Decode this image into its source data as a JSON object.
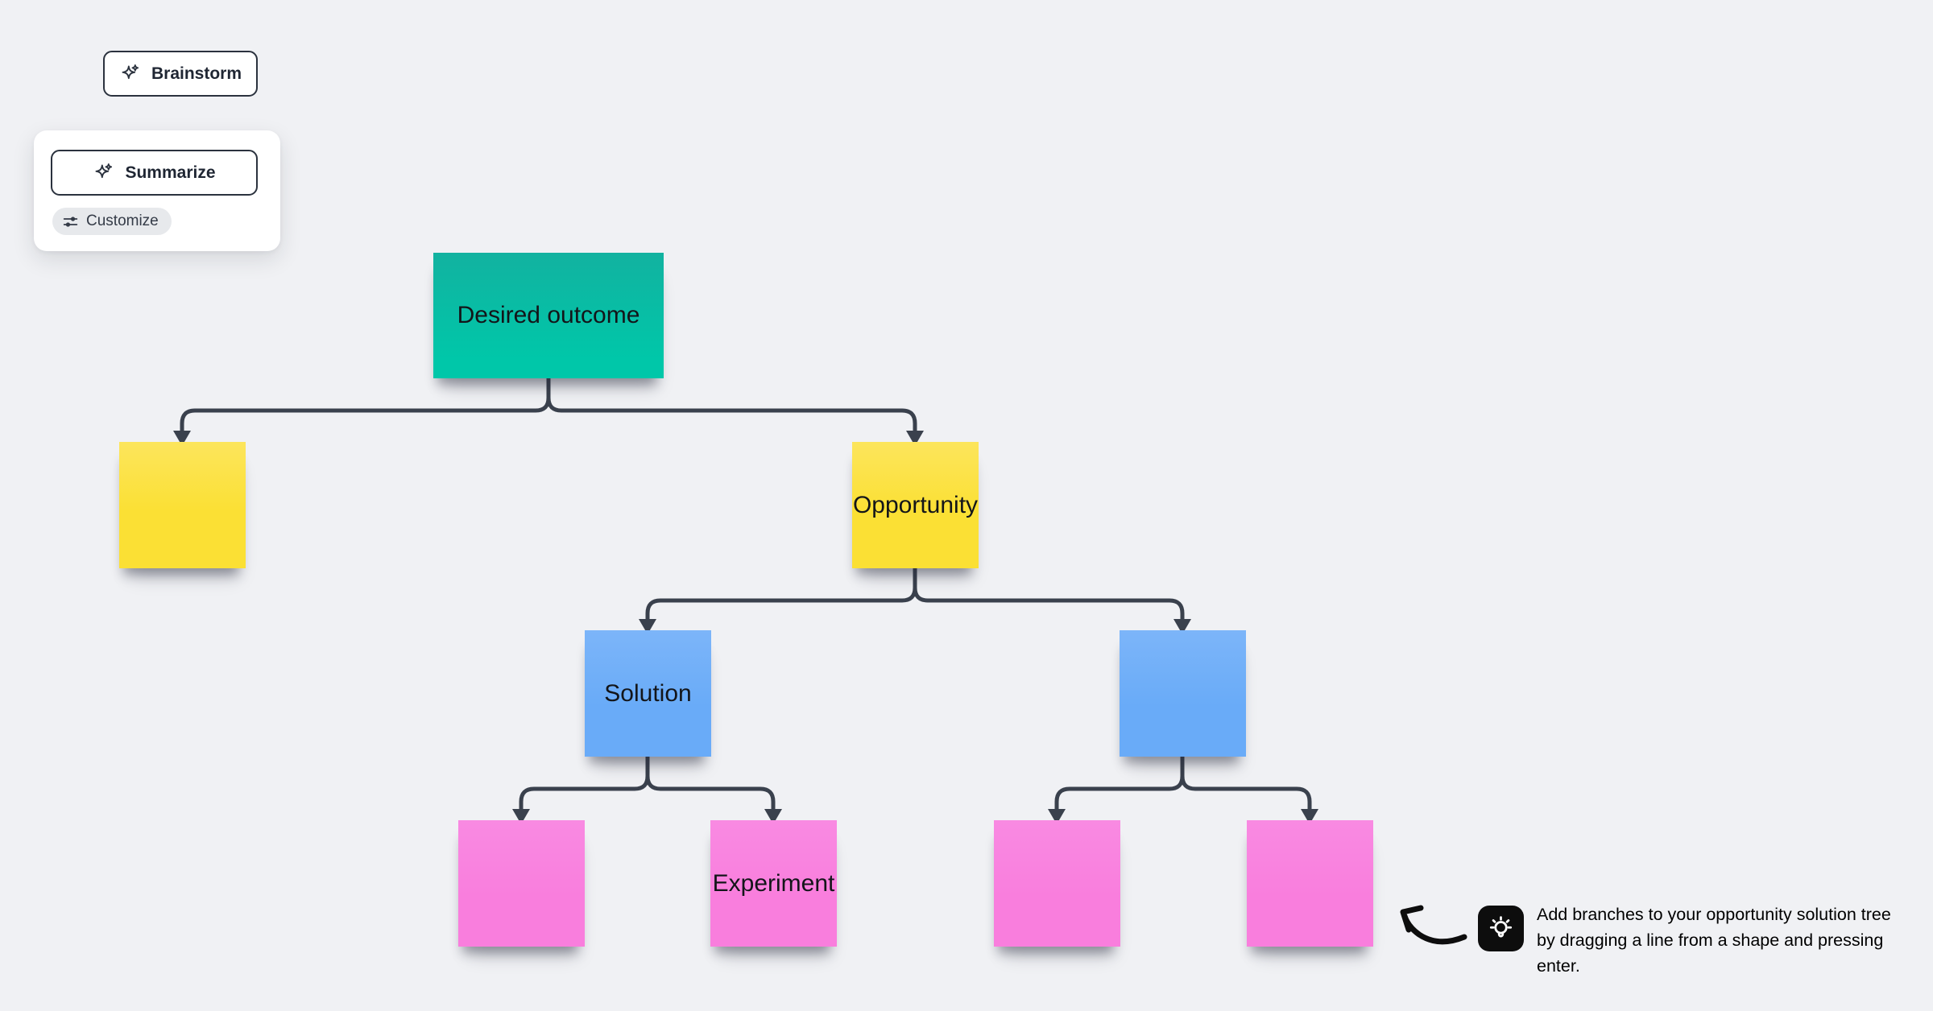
{
  "toolbar": {
    "brainstorm_label": "Brainstorm",
    "summarize_label": "Summarize",
    "customize_label": "Customize"
  },
  "icons": {
    "brainstorm": "sparkle-icon",
    "summarize": "sparkle-icon",
    "customize": "sliders-icon",
    "tip": "lightbulb-icon"
  },
  "tip": {
    "text": "Add branches to your opportunity solution tree by dragging a line from a shape and pressing enter."
  },
  "diagram": {
    "nodes": [
      {
        "id": "desired-outcome",
        "label": "Desired outcome",
        "shape": "rectangle",
        "color": "#00c7a9"
      },
      {
        "id": "opportunity-blank",
        "label": "",
        "shape": "sticky-note",
        "color": "#fbe034"
      },
      {
        "id": "opportunity",
        "label": "Opportunity",
        "shape": "sticky-note",
        "color": "#fbe034"
      },
      {
        "id": "solution",
        "label": "Solution",
        "shape": "sticky-note",
        "color": "#69abf8"
      },
      {
        "id": "solution-blank",
        "label": "",
        "shape": "sticky-note",
        "color": "#69abf8"
      },
      {
        "id": "experiment-blank-1",
        "label": "",
        "shape": "sticky-note",
        "color": "#f97edd"
      },
      {
        "id": "experiment",
        "label": "Experiment",
        "shape": "sticky-note",
        "color": "#f97edd"
      },
      {
        "id": "experiment-blank-2",
        "label": "",
        "shape": "sticky-note",
        "color": "#f97edd"
      },
      {
        "id": "experiment-blank-3",
        "label": "",
        "shape": "sticky-note",
        "color": "#f97edd"
      }
    ],
    "edges": [
      {
        "from": "desired-outcome",
        "to": "opportunity-blank"
      },
      {
        "from": "desired-outcome",
        "to": "opportunity"
      },
      {
        "from": "opportunity",
        "to": "solution"
      },
      {
        "from": "opportunity",
        "to": "solution-blank"
      },
      {
        "from": "solution",
        "to": "experiment-blank-1"
      },
      {
        "from": "solution",
        "to": "experiment"
      },
      {
        "from": "solution-blank",
        "to": "experiment-blank-2"
      },
      {
        "from": "solution-blank",
        "to": "experiment-blank-3"
      }
    ]
  },
  "colors": {
    "background": "#f0f1f4",
    "connector": "#3a414d",
    "teal_shape": "#00c7a9",
    "yellow_sticky": "#fbe034",
    "blue_sticky": "#69abf8",
    "pink_sticky": "#f97edd",
    "button_border": "#2b323e",
    "chip_background": "#e7e9ec",
    "tip_icon_background": "#0d0d0d"
  }
}
